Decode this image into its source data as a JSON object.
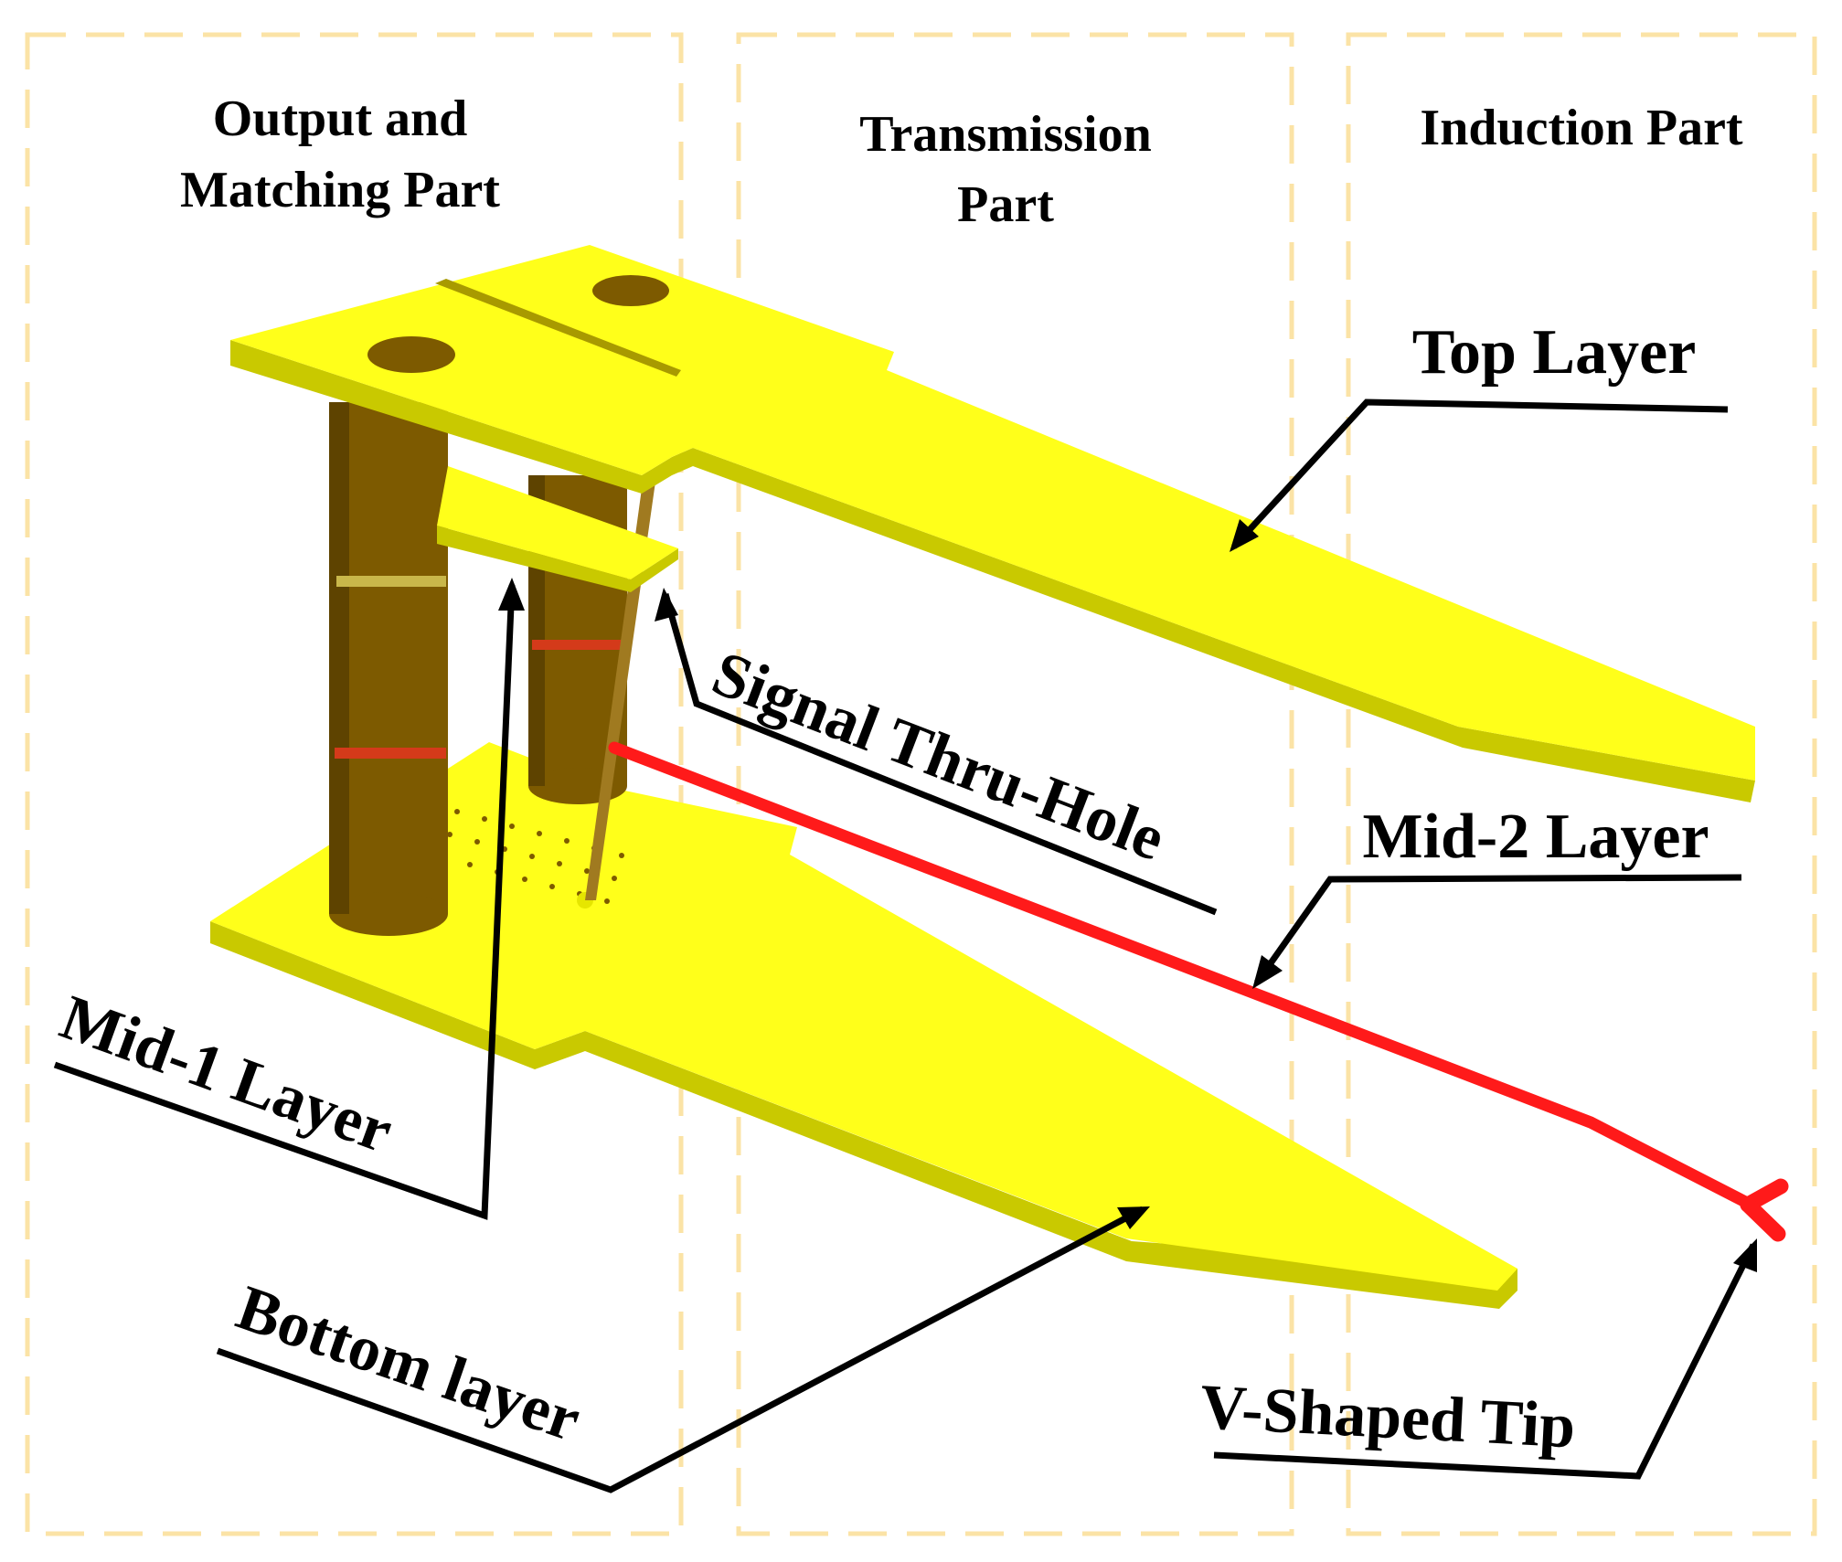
{
  "sections": {
    "output": [
      "Output and",
      "Matching Part"
    ],
    "transmission": [
      "Transmission",
      "Part"
    ],
    "induction": [
      "Induction Part"
    ]
  },
  "callouts": {
    "top_layer": "Top Layer",
    "signal_thru_hole": "Signal Thru-Hole",
    "mid2_layer": "Mid-2 Layer",
    "mid1_layer": "Mid-1 Layer",
    "bottom_layer": "Bottom layer",
    "v_tip": "V-Shaped Tip"
  },
  "colors": {
    "conductor": "#ffff1a",
    "conductor_edge": "#c9c900",
    "trace": "#ff1a1a",
    "post": "#7d5a00",
    "region_border": "#fbe3a6",
    "leader": "#000000"
  }
}
